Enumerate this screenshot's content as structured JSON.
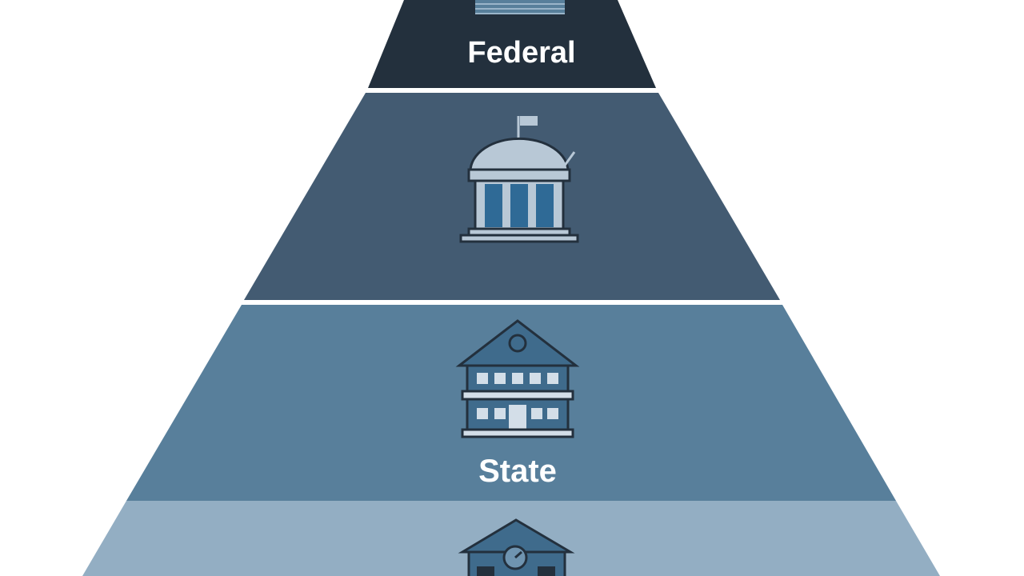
{
  "diagram": {
    "type": "pyramid",
    "tiers": [
      {
        "label": "Federal",
        "icon": "stacked-lines-icon",
        "color": "#23303d"
      },
      {
        "label": "",
        "icon": "capitol-dome-icon",
        "color": "#435b72"
      },
      {
        "label": "State",
        "icon": "state-building-icon",
        "color": "#587f9b"
      },
      {
        "label": "",
        "icon": "local-building-icon",
        "color": "#93aec3"
      }
    ],
    "separator_color": "#ffffff",
    "background": "#ffffff"
  }
}
